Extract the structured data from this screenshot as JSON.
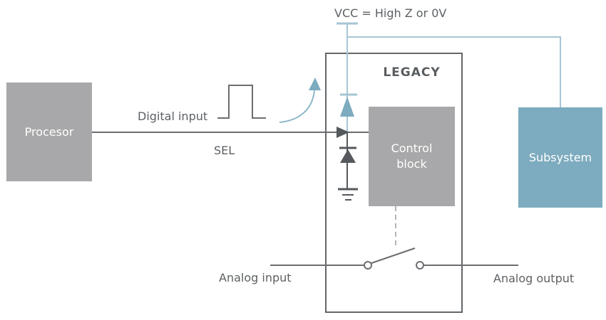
{
  "colors": {
    "block_gray": "#a8a8aa",
    "teal": "#7dabbf",
    "teal_light": "#a6c5d3",
    "wire_dark": "#6b6d70",
    "symbol_dark": "#55585c",
    "text": "#5d6164",
    "dashed_gray": "#b3b5b7",
    "background": "#ffffff"
  },
  "labels": {
    "vcc": "VCC = High Z or 0V",
    "digital_input": "Digital input",
    "sel": "SEL",
    "legacy": "LEGACY",
    "analog_input": "Analog input",
    "analog_output": "Analog output"
  },
  "blocks": {
    "processor": "Procesor",
    "control": "Control block",
    "subsystem": "Subsystem"
  }
}
